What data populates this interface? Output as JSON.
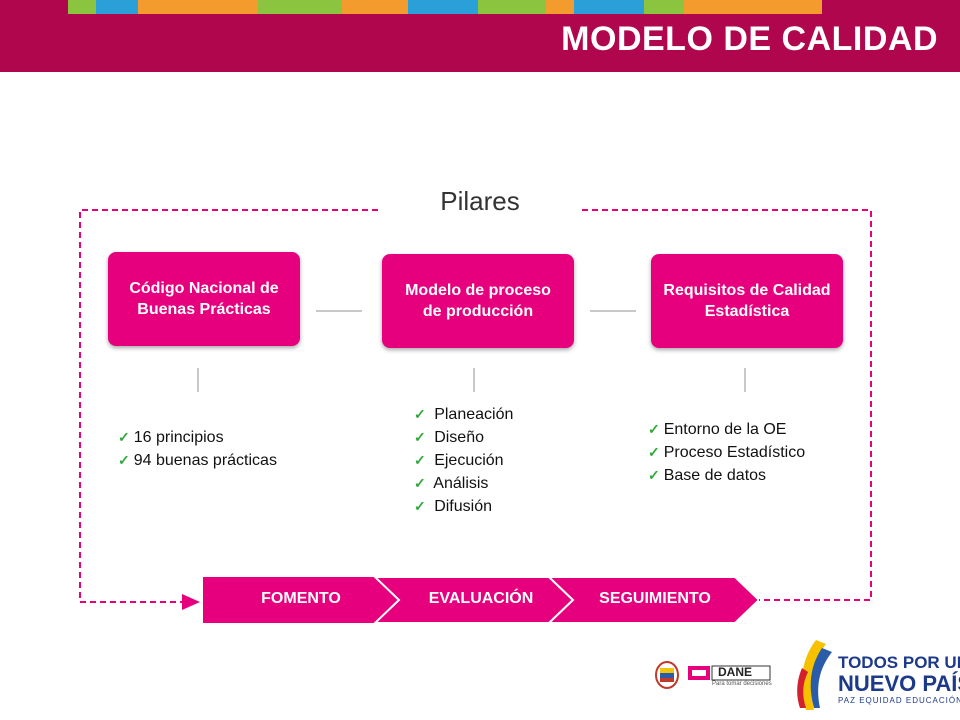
{
  "header": {
    "title": "MODELO DE CALIDAD"
  },
  "diagram": {
    "heading": "Pilares",
    "pillars": [
      {
        "label": "Código Nacional de Buenas Prácticas",
        "items": [
          "16 principios",
          "94 buenas prácticas"
        ]
      },
      {
        "label": "Modelo de proceso de producción",
        "items": [
          "Planeación",
          "Diseño",
          "Ejecución",
          "Análisis",
          "Difusión"
        ]
      },
      {
        "label": "Requisitos de Calidad Estadística",
        "items": [
          "Entorno de la OE",
          "Proceso Estadístico",
          "Base de datos"
        ]
      }
    ],
    "process": [
      "FOMENTO",
      "EVALUACIÓN",
      "SEGUIMIENTO"
    ]
  },
  "footer": {
    "dane": "DANE",
    "dane_tagline": "Para tomar decisiones",
    "slogan_line1": "TODOS POR UN",
    "slogan_line2": "NUEVO PAÍS",
    "slogan_line3": "PAZ  EQUIDAD  EDUCACIÓN"
  },
  "colors": {
    "header": "#b0064e",
    "pillar": "#e6007e",
    "check": "#2fa83a",
    "dash": "#e6007e"
  }
}
